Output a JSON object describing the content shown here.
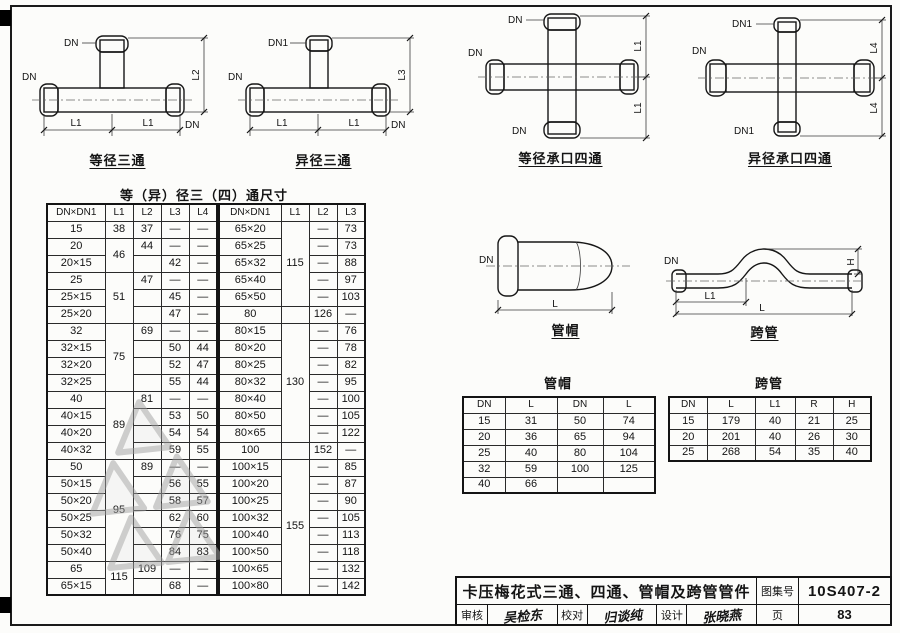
{
  "figures": {
    "tee_equal": {
      "caption": "等径三通",
      "top": "DN",
      "left": "DN",
      "right": "DN",
      "vdim": "L2",
      "dim1": "L1",
      "dim2": "L1"
    },
    "tee_red": {
      "caption": "异径三通",
      "top": "DN1",
      "left": "DN",
      "right": "DN",
      "vdim": "L3",
      "dim1": "L1",
      "dim2": "L1"
    },
    "cross_equal": {
      "caption": "等径承口四通",
      "top": "DN",
      "left": "DN",
      "bottom": "DN",
      "v1": "L1",
      "v2": "L1"
    },
    "cross_red": {
      "caption": "异径承口四通",
      "top": "DN1",
      "left": "DN",
      "bottom": "DN1",
      "v1": "L4",
      "v2": "L4"
    },
    "cap": {
      "caption": "管帽",
      "left": "DN",
      "bottom": "L"
    },
    "bridge": {
      "caption": "跨管",
      "left": "DN",
      "dim_l1": "L1",
      "dim_l": "L",
      "dim_h": "H"
    }
  },
  "main_table": {
    "title": "等（异）径三（四）通尺寸",
    "left": {
      "headers": [
        "DN×DN1",
        "L1",
        "L2",
        "L3",
        "L4"
      ],
      "rows": [
        [
          "15",
          "38",
          "37",
          "—",
          "—"
        ],
        [
          "20",
          {
            "t": "46",
            "rs": 2
          },
          "44",
          "—",
          "—"
        ],
        [
          "20×15",
          null,
          "",
          "42",
          "—"
        ],
        [
          "25",
          {
            "t": "51",
            "rs": 3
          },
          "47",
          "—",
          "—"
        ],
        [
          "25×15",
          null,
          "",
          "45",
          "—"
        ],
        [
          "25×20",
          null,
          "",
          "47",
          "—"
        ],
        [
          "32",
          {
            "t": "75",
            "rs": 4
          },
          "69",
          "—",
          "—"
        ],
        [
          "32×15",
          null,
          "",
          "50",
          "44"
        ],
        [
          "32×20",
          null,
          "",
          "52",
          "47"
        ],
        [
          "32×25",
          null,
          "",
          "55",
          "44"
        ],
        [
          "40",
          {
            "t": "89",
            "rs": 4
          },
          "81",
          "—",
          "—"
        ],
        [
          "40×15",
          null,
          "",
          "53",
          "50"
        ],
        [
          "40×20",
          null,
          "",
          "54",
          "54"
        ],
        [
          "40×32",
          null,
          "",
          "59",
          "55"
        ],
        [
          "50",
          {
            "t": "95",
            "rs": 6
          },
          "89",
          "—",
          "—"
        ],
        [
          "50×15",
          null,
          "",
          "56",
          "55"
        ],
        [
          "50×20",
          null,
          "",
          "58",
          "57"
        ],
        [
          "50×25",
          null,
          "",
          "62",
          "60"
        ],
        [
          "50×32",
          null,
          "",
          "76",
          "75"
        ],
        [
          "50×40",
          null,
          "",
          "84",
          "83"
        ],
        [
          "65",
          {
            "t": "115",
            "rs": 2
          },
          "109",
          "—",
          "—"
        ],
        [
          "65×15",
          null,
          "",
          "68",
          "—"
        ]
      ]
    },
    "right": {
      "headers": [
        "DN×DN1",
        "L1",
        "L2",
        "L3"
      ],
      "rows": [
        [
          "65×20",
          {
            "t": "115",
            "rs": 5
          },
          "—",
          "73"
        ],
        [
          "65×25",
          null,
          "—",
          "73"
        ],
        [
          "65×32",
          null,
          "—",
          "88"
        ],
        [
          "65×40",
          null,
          "—",
          "97"
        ],
        [
          "65×50",
          null,
          "—",
          "103"
        ],
        [
          "80",
          "",
          "126",
          "—"
        ],
        [
          "80×15",
          {
            "t": "130",
            "rs": 7
          },
          "—",
          "76"
        ],
        [
          "80×20",
          null,
          "—",
          "78"
        ],
        [
          "80×25",
          null,
          "—",
          "82"
        ],
        [
          "80×32",
          null,
          "—",
          "95"
        ],
        [
          "80×40",
          null,
          "—",
          "100"
        ],
        [
          "80×50",
          null,
          "—",
          "105"
        ],
        [
          "80×65",
          null,
          "—",
          "122"
        ],
        [
          "100",
          "",
          "152",
          "—"
        ],
        [
          "100×15",
          {
            "t": "155",
            "rs": 8
          },
          "—",
          "85"
        ],
        [
          "100×20",
          null,
          "—",
          "87"
        ],
        [
          "100×25",
          null,
          "—",
          "90"
        ],
        [
          "100×32",
          null,
          "—",
          "105"
        ],
        [
          "100×40",
          null,
          "—",
          "113"
        ],
        [
          "100×50",
          null,
          "—",
          "118"
        ],
        [
          "100×65",
          null,
          "—",
          "132"
        ],
        [
          "100×80",
          null,
          "—",
          "142"
        ]
      ]
    }
  },
  "cap_table": {
    "title": "管帽",
    "headers": [
      "DN",
      "L",
      "DN",
      "L"
    ],
    "rows": [
      [
        "15",
        "31",
        "50",
        "74"
      ],
      [
        "20",
        "36",
        "65",
        "94"
      ],
      [
        "25",
        "40",
        "80",
        "104"
      ],
      [
        "32",
        "59",
        "100",
        "125"
      ],
      [
        "40",
        "66",
        "",
        ""
      ]
    ]
  },
  "cross_table": {
    "title": "跨管",
    "headers": [
      "DN",
      "L",
      "L1",
      "R",
      "H"
    ],
    "rows": [
      [
        "15",
        "179",
        "40",
        "21",
        "25"
      ],
      [
        "20",
        "201",
        "40",
        "26",
        "30"
      ],
      [
        "25",
        "268",
        "54",
        "35",
        "40"
      ]
    ]
  },
  "titleblock": {
    "title": "卡压梅花式三通、四通、管帽及跨管管件",
    "atlas_label": "图集号",
    "atlas_no": "10S407-2",
    "page_label": "页",
    "page_no": "83",
    "roles": [
      {
        "role": "审核",
        "name": "吴检东"
      },
      {
        "role": "校对",
        "name": "归谈纯"
      },
      {
        "role": "设计",
        "name": "张晓燕"
      }
    ]
  }
}
